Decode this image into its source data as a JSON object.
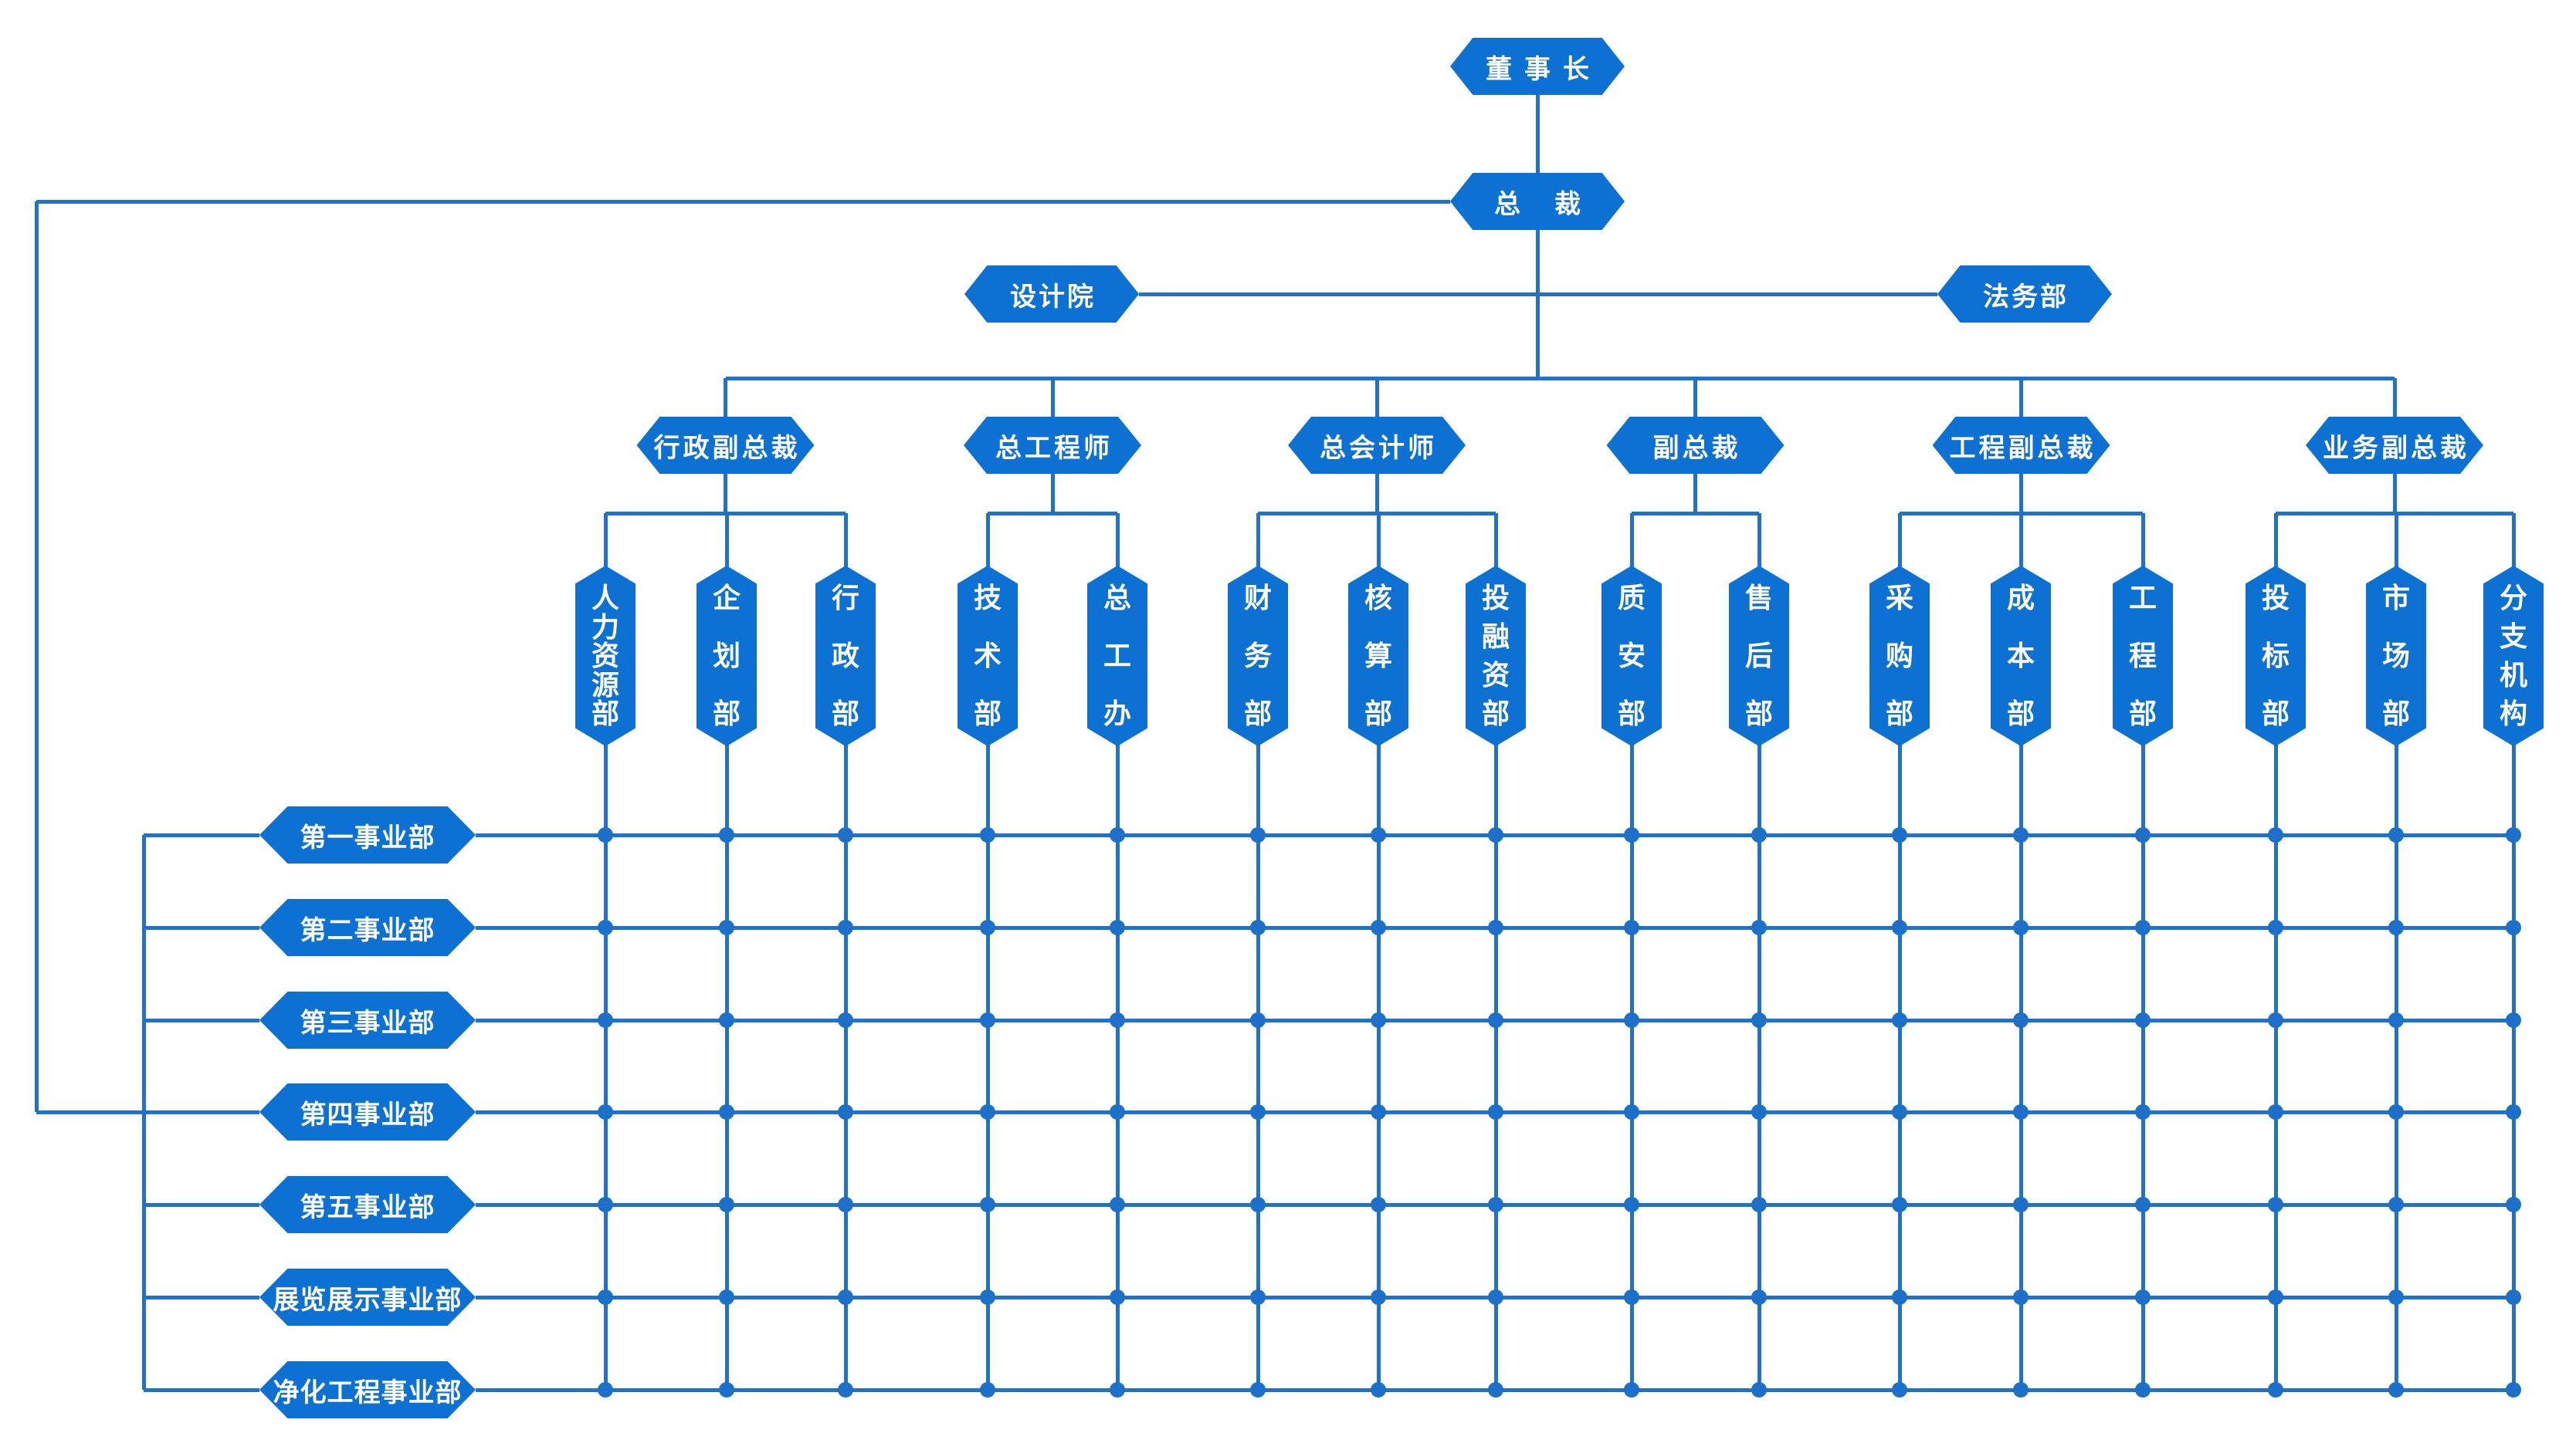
{
  "diagram": {
    "title_nodes": {
      "chairman": "董事长",
      "president": "总裁",
      "design_institute": "设计院",
      "legal_dept": "法务部"
    },
    "executive_groups": [
      {
        "title": "行政副总裁",
        "departments": [
          "人力资源部",
          "企划部",
          "行政部"
        ]
      },
      {
        "title": "总工程师",
        "departments": [
          "技术部",
          "总工办"
        ]
      },
      {
        "title": "总会计师",
        "departments": [
          "财务部",
          "核算部",
          "投融资部"
        ]
      },
      {
        "title": "副总裁",
        "departments": [
          "质安部",
          "售后部"
        ]
      },
      {
        "title": "工程副总裁",
        "departments": [
          "采购部",
          "成本部",
          "工程部"
        ]
      },
      {
        "title": "业务副总裁",
        "departments": [
          "投标部",
          "市场部",
          "分支机构"
        ]
      }
    ],
    "business_units": [
      "第一事业部",
      "第二事业部",
      "第三事业部",
      "第四事业部",
      "第五事业部",
      "展览展示事业部",
      "净化工程事业部"
    ],
    "colors": {
      "node_fill": "#0d71d3",
      "connector": "#2171c6",
      "junction_dot": "#1d70c9",
      "text": "#ffffff",
      "background": "#ffffff"
    }
  }
}
